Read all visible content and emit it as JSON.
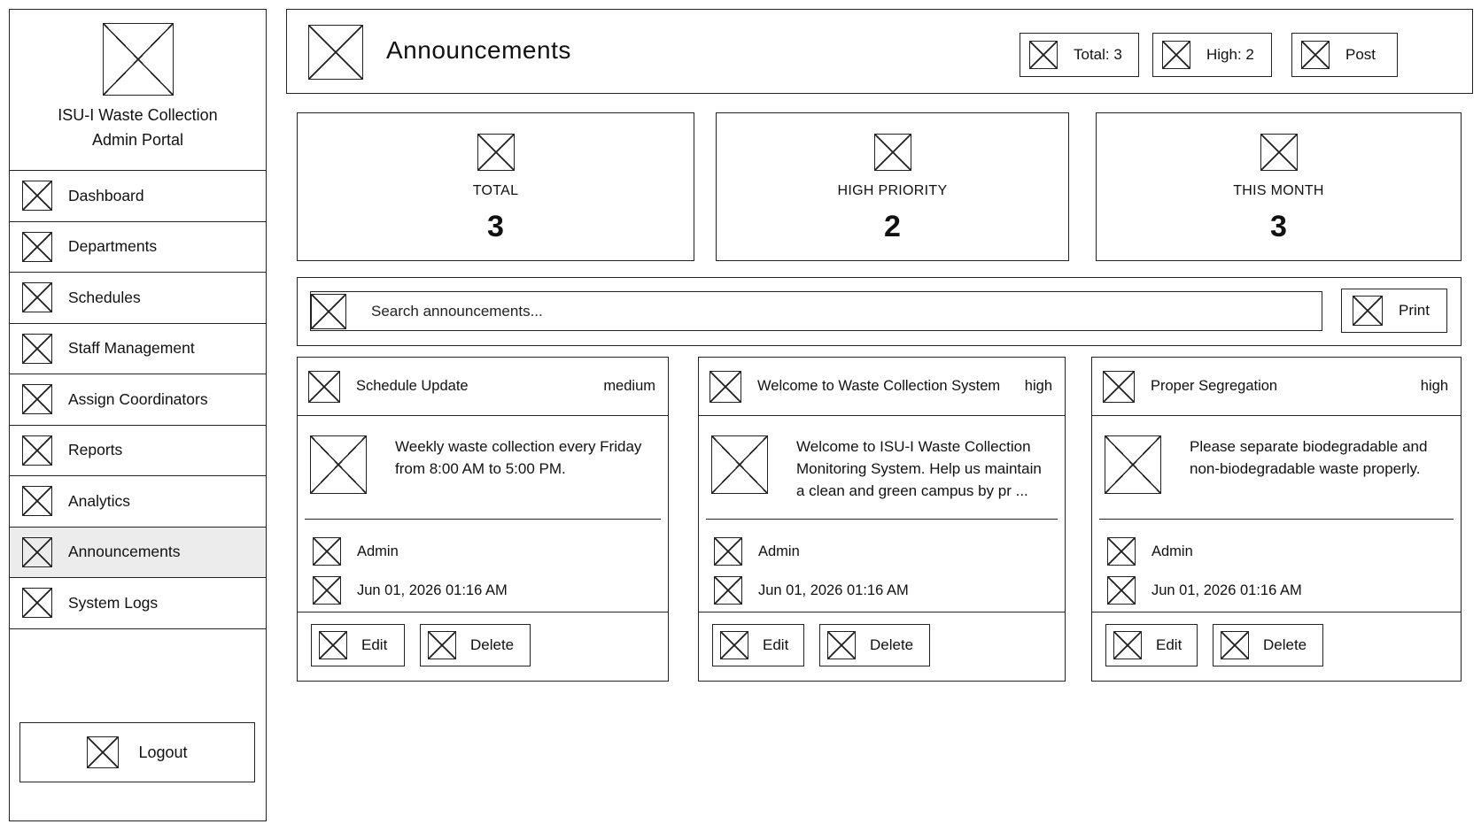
{
  "sidebar": {
    "brand_name": "ISU-I Waste Collection",
    "brand_sub": "Admin Portal",
    "items": [
      {
        "label": "Dashboard"
      },
      {
        "label": "Departments"
      },
      {
        "label": "Schedules"
      },
      {
        "label": "Staff Management"
      },
      {
        "label": "Assign Coordinators"
      },
      {
        "label": "Reports"
      },
      {
        "label": "Analytics"
      },
      {
        "label": "Announcements",
        "active": true
      },
      {
        "label": "System Logs"
      }
    ],
    "logout_label": "Logout"
  },
  "header": {
    "title": "Announcements",
    "total_badge": "Total: 3",
    "high_badge": "High: 2",
    "post_label": "Post"
  },
  "stats": [
    {
      "label": "TOTAL",
      "value": "3"
    },
    {
      "label": "HIGH PRIORITY",
      "value": "2"
    },
    {
      "label": "THIS MONTH",
      "value": "3"
    }
  ],
  "search": {
    "placeholder": "Search announcements...",
    "print_label": "Print"
  },
  "cards": [
    {
      "title": "Schedule Update",
      "priority": "medium",
      "message": "Weekly waste collection every Friday from 8:00 AM to 5:00 PM.",
      "author": "Admin",
      "date": "Jun 01, 2026 01:16 AM",
      "edit_label": "Edit",
      "delete_label": "Delete"
    },
    {
      "title": "Welcome to Waste Collection System",
      "priority": "high",
      "message": "Welcome to ISU-I Waste Collection Monitoring System. Help us maintain a clean and green campus by pr ...",
      "author": "Admin",
      "date": "Jun 01, 2026 01:16 AM",
      "edit_label": "Edit",
      "delete_label": "Delete"
    },
    {
      "title": "Proper Segregation",
      "priority": "high",
      "message": "Please separate biodegradable and non-biodegradable waste properly.",
      "author": "Admin",
      "date": "Jun 01, 2026 01:16 AM",
      "edit_label": "Edit",
      "delete_label": "Delete"
    }
  ]
}
